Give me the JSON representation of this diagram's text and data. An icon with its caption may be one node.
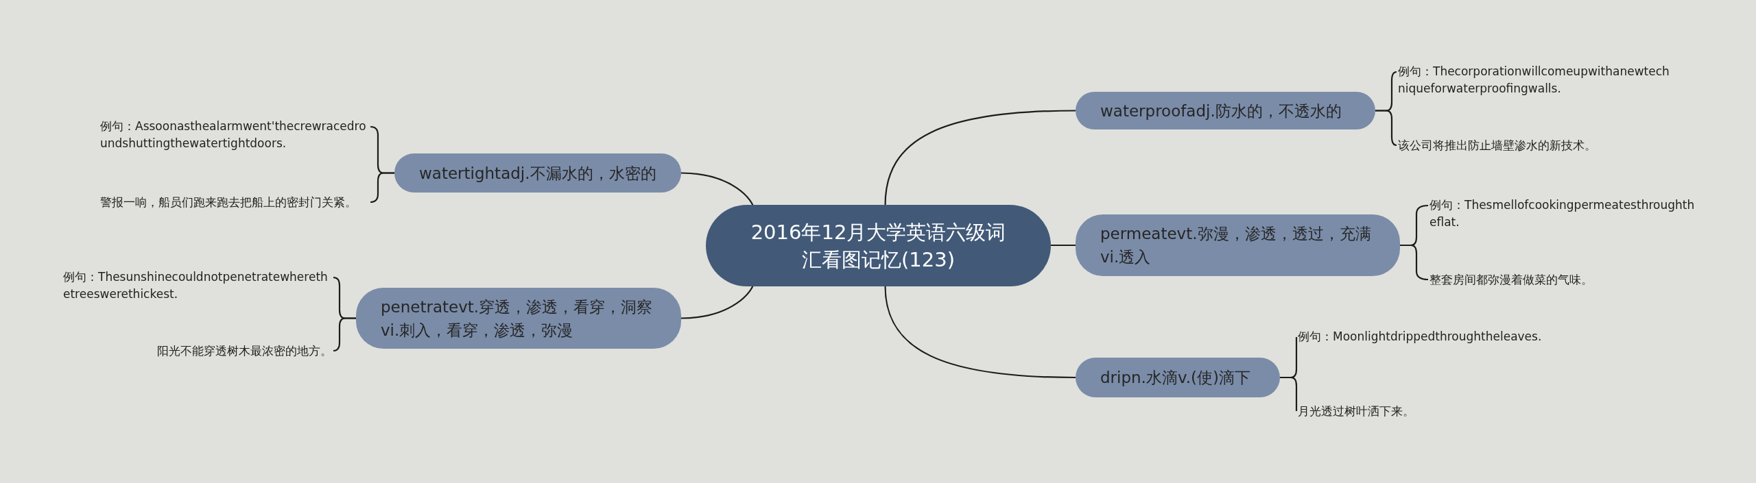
{
  "diagram": {
    "nodes": [
      {
        "text": [
          "2016年12月大学英语六级词汇看图记忆(123)"
        ]
      },
      {
        "text": [
          "waterproofadj.防水的，不透水的"
        ]
      },
      {
        "text": [
          "例句：Thecorporationwillcomeupwithanewtechniqueforwaterproofingwalls."
        ]
      },
      {
        "text": [
          "该公司将推出防止墙壁渗水的新技术。"
        ]
      },
      {
        "text": [
          "permeatevt.弥漫，渗透，透过，充满vi.透入"
        ]
      },
      {
        "text": [
          "例句：Thesmellofcookingpermeatesthroughtheflat."
        ]
      },
      {
        "text": [
          "整套房间都弥漫着做菜的气味。"
        ]
      },
      {
        "text": [
          "dripn.水滴v.(使)滴下"
        ]
      },
      {
        "text": [
          "例句：Moonlightdrippedthroughtheleaves."
        ]
      },
      {
        "text": [
          "月光透过树叶洒下来。"
        ]
      },
      {
        "text": [
          "watertightadj.不漏水的，水密的"
        ]
      },
      {
        "text": [
          "例句：Assoonasthealarmwent'thecrewracedroundshuttingthewatertightdoors."
        ]
      },
      {
        "text": [
          "警报一响，船员们跑来跑去把船上的密封门关紧。"
        ]
      },
      {
        "text": [
          "penetratevt.穿透，渗透，看穿，洞察vi.刺入，看穿，渗透，弥漫"
        ]
      },
      {
        "text": [
          "例句：Thesunshinecouldnotpenetratewherethetreeswerethickest."
        ]
      },
      {
        "text": [
          "阳光不能穿透树木最浓密的地方。"
        ]
      }
    ],
    "edges": [
      {
        "from": 0,
        "to": 1,
        "arrow": "none"
      },
      {
        "from": 0,
        "to": 4,
        "arrow": "none"
      },
      {
        "from": 0,
        "to": 7,
        "arrow": "none"
      },
      {
        "from": 0,
        "to": 10,
        "arrow": "none"
      },
      {
        "from": 0,
        "to": 13,
        "arrow": "none"
      },
      {
        "from": 1,
        "to": 2,
        "arrow": "none"
      },
      {
        "from": 1,
        "to": 3,
        "arrow": "none"
      },
      {
        "from": 4,
        "to": 5,
        "arrow": "none"
      },
      {
        "from": 4,
        "to": 6,
        "arrow": "none"
      },
      {
        "from": 7,
        "to": 8,
        "arrow": "none"
      },
      {
        "from": 7,
        "to": 9,
        "arrow": "none"
      },
      {
        "from": 10,
        "to": 11,
        "arrow": "none"
      },
      {
        "from": 10,
        "to": 12,
        "arrow": "none"
      },
      {
        "from": 13,
        "to": 14,
        "arrow": "none"
      },
      {
        "from": 13,
        "to": 15,
        "arrow": "none"
      }
    ]
  }
}
